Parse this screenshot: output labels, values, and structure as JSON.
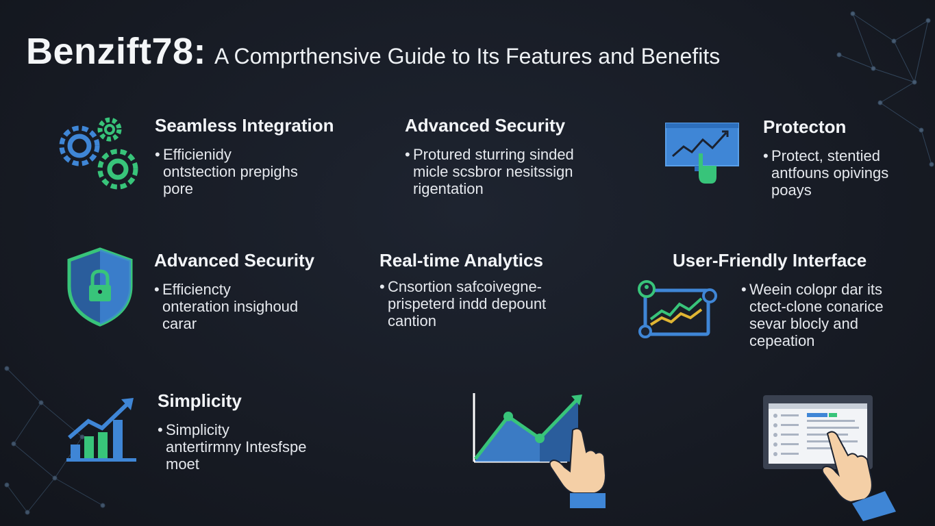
{
  "title": {
    "brand": "Benzift78:",
    "subtitle": "A Comprthensive Guide to Its Features and Benefits"
  },
  "features": [
    {
      "heading": "Seamless Integration",
      "lines": [
        "Efficienidy",
        "ontstection prepighs",
        "pore"
      ],
      "icon": "gears-icon"
    },
    {
      "heading": "Advanced Security",
      "lines": [
        "Protured sturring sinded",
        "micle scsbror nesitssign",
        "rigentation"
      ],
      "icon": "none"
    },
    {
      "heading": "Protecton",
      "lines": [
        "Protect, stentied",
        "antfouns opivings",
        "poays"
      ],
      "icon": "monitor-chart-hand-icon"
    },
    {
      "heading": "Advanced Security",
      "lines": [
        "Efficiencty",
        "onteration insighoud",
        "carar"
      ],
      "icon": "shield-lock-icon"
    },
    {
      "heading": "Real-time Analytics",
      "lines": [
        "Cnsortion safcoivegne-",
        "prispeterd indd depount",
        "cantion"
      ],
      "icon": "none"
    },
    {
      "heading": "User-Friendly Interface",
      "lines": [
        "Weein colopr dar its",
        "ctect-clone conarice",
        "sevar blocly and",
        "cepeation"
      ],
      "icon": "dashboard-chart-icon"
    },
    {
      "heading": "Simplicity",
      "lines": [
        "Simplicity",
        "antertirmny Intesfspe",
        "moet"
      ],
      "icon": "bar-growth-icon"
    }
  ],
  "colors": {
    "background": "#171b24",
    "accent_blue": "#3f86d6",
    "accent_green": "#38c47a",
    "accent_yellow": "#e0b533"
  }
}
